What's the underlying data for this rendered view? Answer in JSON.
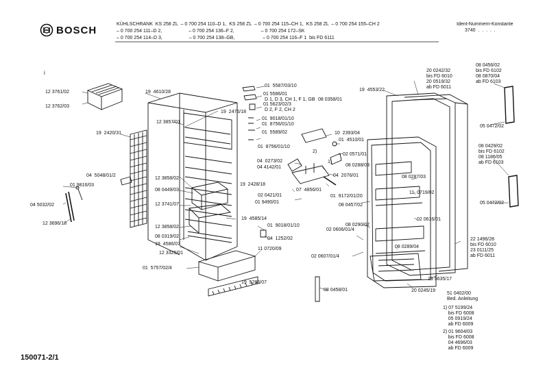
{
  "header": {
    "brand": "BOSCH",
    "models": [
      "KÜHLSCHRANK  KS 258 ZL  – 0 700 254 110–D 1,  KS 258 ZL  – 0 700 254 115–CH 1,  KS 258 ZL  – 0 700 254 155–CH 2",
      "– 0 700 254 111–D 2,                    – 0 700 254 136–F 2,                    – 0 700 254 172–SK",
      "– 0 700 254 114–D 3,                    – 0 700 254 138–GB,                     – 0 700 254 116–F 1  bis FD 6111"
    ],
    "ident_title": "Ident-Nummern-Konstante",
    "ident_value": "3740  .  .  .  .  ."
  },
  "figure_number": "150071-2/1",
  "marker": "i",
  "labels": [
    {
      "id": "l1",
      "text": "12 3761/02"
    },
    {
      "id": "l2",
      "text": "12 3762/03"
    },
    {
      "id": "l3",
      "text": "19  4610/28"
    },
    {
      "id": "l4",
      "text": "19  2476/18"
    },
    {
      "id": "l5",
      "text": "12 3857/01"
    },
    {
      "id": "l6",
      "text": "19  2420/31"
    },
    {
      "id": "l7",
      "text": "04  5048/01/2"
    },
    {
      "id": "l8",
      "text": "01 9816/03"
    },
    {
      "id": "l9",
      "text": "04 5032/02"
    },
    {
      "id": "l10",
      "text": "12 3696/18"
    },
    {
      "id": "l11",
      "text": "12 3858/02"
    },
    {
      "id": "l12",
      "text": "08 0449/03"
    },
    {
      "id": "l13",
      "text": "12 3741/07"
    },
    {
      "id": "l14",
      "text": "19  2428/18"
    },
    {
      "id": "l15",
      "text": "12 3858/02"
    },
    {
      "id": "l16",
      "text": "08 0319/02"
    },
    {
      "id": "l17",
      "text": "19  4586/07"
    },
    {
      "id": "l18",
      "text": "12 3325/01"
    },
    {
      "id": "l19",
      "text": "01  5757/02/4"
    },
    {
      "id": "l20",
      "text": "19  4585/14"
    },
    {
      "id": "l21",
      "text": "01  9018/01/10"
    },
    {
      "id": "l22",
      "text": "04  1252/02"
    },
    {
      "id": "l23",
      "text": "11 0720/09"
    },
    {
      "id": "l24",
      "text": "19  5296/07"
    },
    {
      "id": "l25",
      "text": "01  5587/03/10"
    },
    {
      "id": "l26",
      "text": "01 5586/01"
    },
    {
      "id": "l27",
      "text": "D 1, D 3, CH 1, F 1, GB"
    },
    {
      "id": "l28",
      "text": "01 5623/02/3"
    },
    {
      "id": "l29",
      "text": "D 2, F 2, CH 2"
    },
    {
      "id": "l30",
      "text": "08 0358/01"
    },
    {
      "id": "l31",
      "text": "01  9018/01/10"
    },
    {
      "id": "l32",
      "text": "01  8756/01/10"
    },
    {
      "id": "l33",
      "text": "01  5589/02"
    },
    {
      "id": "l34",
      "text": "01  8756/01/10"
    },
    {
      "id": "l35",
      "text": "10  2393/04"
    },
    {
      "id": "l36",
      "text": "01  4510/01"
    },
    {
      "id": "l37",
      "text": "02 0571/01"
    },
    {
      "id": "l38",
      "text": "2)"
    },
    {
      "id": "l39",
      "text": "1)"
    },
    {
      "id": "l40",
      "text": "04  0273/02"
    },
    {
      "id": "l41",
      "text": "04 4142/01"
    },
    {
      "id": "l42",
      "text": "08 0288/03"
    },
    {
      "id": "l43",
      "text": "04  2076/01"
    },
    {
      "id": "l44",
      "text": "07  4856/01"
    },
    {
      "id": "l45",
      "text": "01  9172/01/20"
    },
    {
      "id": "l46",
      "text": "02 0421/01"
    },
    {
      "id": "l47",
      "text": "01 9490/01"
    },
    {
      "id": "l48",
      "text": "08 0457/02"
    },
    {
      "id": "l49",
      "text": "08 0290/02"
    },
    {
      "id": "l50",
      "text": "02 0606/01/4"
    },
    {
      "id": "l51",
      "text": "02 0607/01/4"
    },
    {
      "id": "l52",
      "text": "08 0458/01"
    },
    {
      "id": "l53",
      "text": "19  4553/22"
    },
    {
      "id": "l54",
      "text": "08 0287/03"
    },
    {
      "id": "l55",
      "text": "11  0719/02"
    },
    {
      "id": "l56",
      "text": "02 0616/01"
    },
    {
      "id": "l57",
      "text": "08 0289/04"
    },
    {
      "id": "l58",
      "text": "19 5635/17"
    },
    {
      "id": "l59",
      "text": "20 0245/19"
    },
    {
      "id": "l60",
      "text": "20 0242/32\nbis FD 6010\n20 0519/32\nab FD 6011"
    },
    {
      "id": "l61",
      "text": "08 0456/02\nbis FD 6102\n08 0870/04\nab FD 6103"
    },
    {
      "id": "l62",
      "text": "05 0472/02"
    },
    {
      "id": "l63",
      "text": "08 0429/02\nbis FD 6102\n08 1186/05\nab FD 6103"
    },
    {
      "id": "l64",
      "text": "05 0472/02"
    },
    {
      "id": "l65",
      "text": "22 1496/28\nbis FD 6010\n23 0111/25\nab FD 6011"
    },
    {
      "id": "l66",
      "text": "51 0402/00\nBed. Anleitung"
    }
  ],
  "notes": [
    "1) 07 5199/24\n    bis FD 6008\n    05 0919/24\n    ab FD 6009",
    "2) 01 9604/03\n    bis FD 6008\n    04 4696/03\n    ab FD 6009"
  ]
}
